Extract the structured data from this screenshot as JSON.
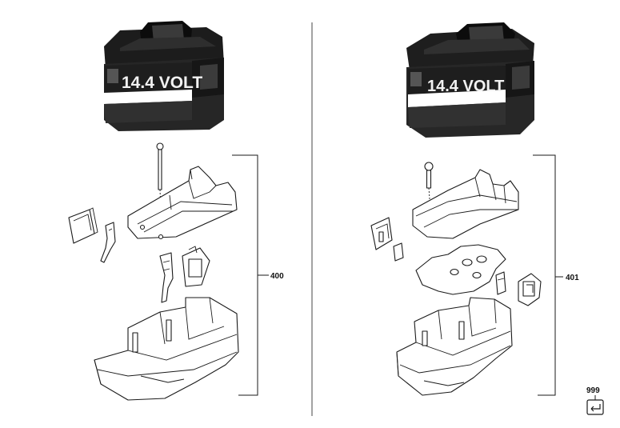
{
  "diagram": {
    "left_assembly": {
      "battery_label": "14.4 VOLT",
      "callout": "400"
    },
    "right_assembly": {
      "battery_label": "14.4 VOLT",
      "callout": "401"
    },
    "reference_callout": "999",
    "colors": {
      "battery_body": "#2a2a2a",
      "battery_top": "#111111",
      "battery_band": "#ffffff",
      "line": "#1a1a1a",
      "divider": "#666666"
    }
  }
}
